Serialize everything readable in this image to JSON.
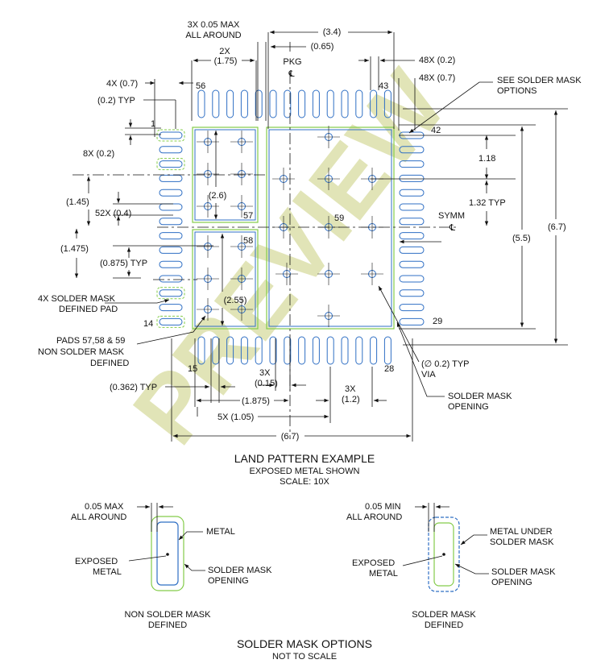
{
  "watermark": "PREVIEW",
  "pins": {
    "p1": "1",
    "p14": "14",
    "p15": "15",
    "p28": "28",
    "p29": "29",
    "p42": "42",
    "p43": "43",
    "p56": "56",
    "p57": "57",
    "p58": "58",
    "p59": "59"
  },
  "dims": {
    "all_around_1": "3X 0.05 MAX",
    "all_around_2": "ALL AROUND",
    "d34": "(3.4)",
    "d065": "(0.65)",
    "d2x": "2X",
    "d175": "(1.75)",
    "pkg": "PKG",
    "cl": "℄",
    "d48x02": "48X (0.2)",
    "d48x07": "48X (0.7)",
    "d4x07": "4X (0.7)",
    "d02typ": "(0.2) TYP",
    "d8x02": "8X (0.2)",
    "d145": "(1.45)",
    "d52x04": "52X (0.4)",
    "d1475": "(1.475)",
    "d0875": "(0.875) TYP",
    "d26": "(2.6)",
    "d255": "(2.55)",
    "d118": "1.18",
    "d132": "1.32 TYP",
    "symm": "SYMM",
    "d55": "(5.5)",
    "d67v": "(6.7)",
    "d67h": "(6.7)",
    "d3x_a": "3X",
    "d015": "(0.15)",
    "d1875": "(1.875)",
    "d3x_b": "3X",
    "d12": "(1.2)",
    "d5x105": "5X (1.05)",
    "d0362": "(0.362) TYP",
    "via_1": "(∅ 0.2) TYP",
    "via_2": "VIA"
  },
  "notes": {
    "see_mask_1": "SEE SOLDER MASK",
    "see_mask_2": "OPTIONS",
    "smd_pad_1": "4X SOLDER MASK",
    "smd_pad_2": "DEFINED PAD",
    "pads_1": "PADS 57,58 & 59",
    "pads_2": "NON SOLDER MASK",
    "pads_3": "DEFINED",
    "opening_1": "SOLDER MASK",
    "opening_2": "OPENING"
  },
  "land_title": "LAND PATTERN EXAMPLE",
  "land_sub1": "EXPOSED METAL SHOWN",
  "land_sub2": "SCALE: 10X",
  "nsmd": {
    "max_1": "0.05 MAX",
    "max_2": "ALL AROUND",
    "metal": "METAL",
    "exposed_1": "EXPOSED",
    "exposed_2": "METAL",
    "opening_1": "SOLDER MASK",
    "opening_2": "OPENING",
    "caption_1": "NON SOLDER MASK",
    "caption_2": "DEFINED"
  },
  "smd": {
    "min_1": "0.05 MIN",
    "min_2": "ALL AROUND",
    "metal_under_1": "METAL UNDER",
    "metal_under_2": "SOLDER MASK",
    "exposed_1": "EXPOSED",
    "exposed_2": "METAL",
    "opening_1": "SOLDER MASK",
    "opening_2": "OPENING",
    "caption_1": "SOLDER MASK",
    "caption_2": "DEFINED"
  },
  "options_title": "SOLDER MASK OPTIONS",
  "options_sub": "NOT TO SCALE",
  "colors": {
    "metal": "#2f6fc4",
    "mask": "#84cc4a",
    "line": "#111111",
    "watermark": "#d8dca0"
  }
}
